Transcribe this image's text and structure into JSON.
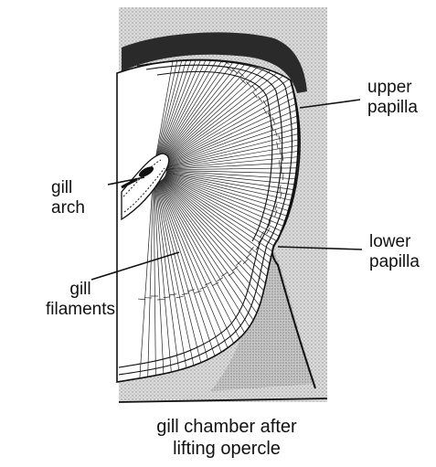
{
  "labels": {
    "upper_papilla": [
      "upper",
      "papilla"
    ],
    "lower_papilla": [
      "lower",
      "papilla"
    ],
    "gill_arch": [
      "gill",
      "arch"
    ],
    "gill_filaments": [
      "gill",
      "filaments"
    ]
  },
  "caption": [
    "gill chamber after",
    "lifting opercle"
  ],
  "colors": {
    "ink": "#111111",
    "stipple_bg": "#c9c9c9",
    "dark_band": "#2a2a2a"
  }
}
